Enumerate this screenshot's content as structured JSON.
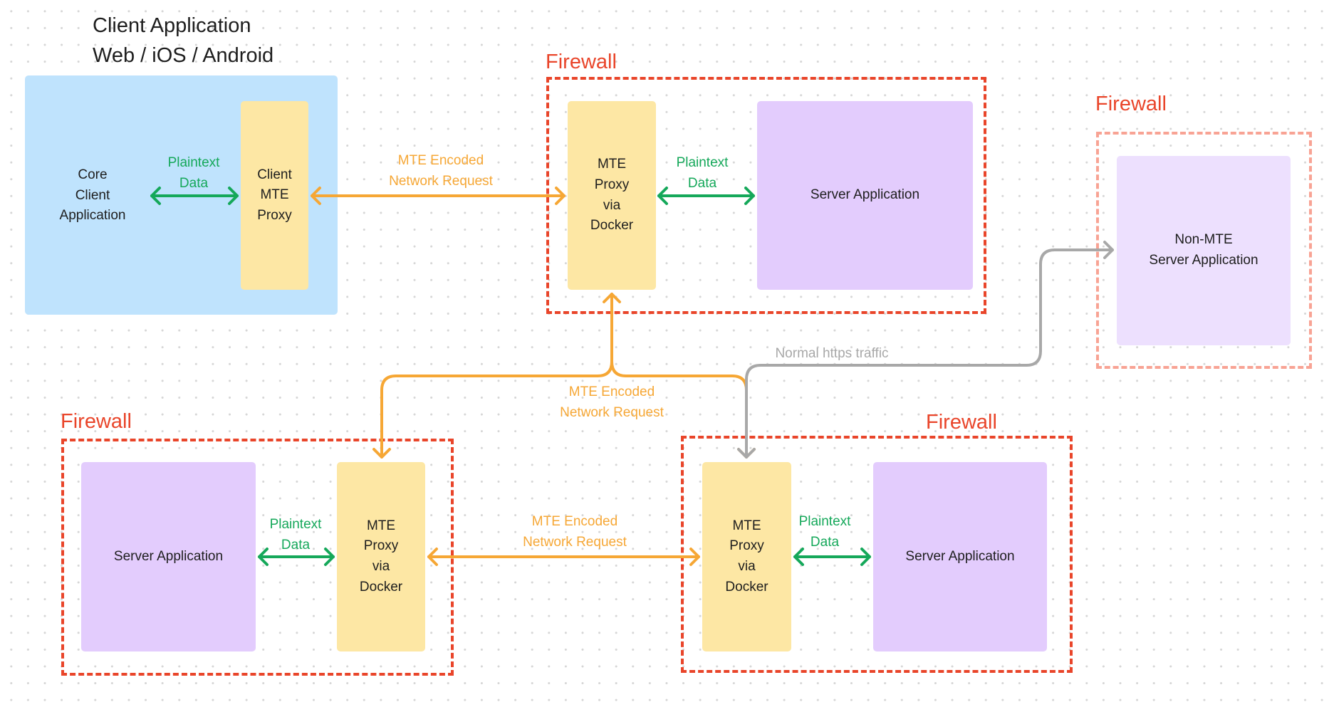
{
  "client": {
    "title_line1": "Client Application",
    "title_line2": "Web / iOS / Android",
    "core_app": "Core\nClient\nApplication",
    "proxy": "Client\nMTE\nProxy",
    "plaintext": "Plaintext\nData"
  },
  "firewalls": {
    "top": "Firewall",
    "right": "Firewall",
    "bottom_left": "Firewall",
    "bottom_right": "Firewall"
  },
  "top_server": {
    "proxy": "MTE\nProxy\nvia\nDocker",
    "plaintext": "Plaintext\nData",
    "server": "Server Application"
  },
  "non_mte": {
    "server": "Non-MTE\nServer Application"
  },
  "bottom_left": {
    "server": "Server Application",
    "plaintext": "Plaintext\nData",
    "proxy": "MTE\nProxy\nvia\nDocker"
  },
  "bottom_right": {
    "proxy": "MTE\nProxy\nvia\nDocker",
    "plaintext": "Plaintext\nData",
    "server": "Server Application"
  },
  "connections": {
    "client_to_top": "MTE Encoded\nNetwork Request",
    "top_to_bottom": "MTE Encoded\nNetwork Request",
    "bottom_link": "MTE Encoded\nNetwork Request",
    "normal_https": "Normal https traffic"
  },
  "colors": {
    "firewall_red": "#e9452a",
    "firewall_light": "#f8a394",
    "plaintext_green": "#15a85a",
    "mte_orange": "#f6a735",
    "https_grey": "#a8a8a8",
    "client_blue": "#bfe3fd",
    "proxy_yellow": "#fde7a4",
    "server_purple": "#e3ccfd",
    "non_mte_purple": "#ede0fe"
  }
}
